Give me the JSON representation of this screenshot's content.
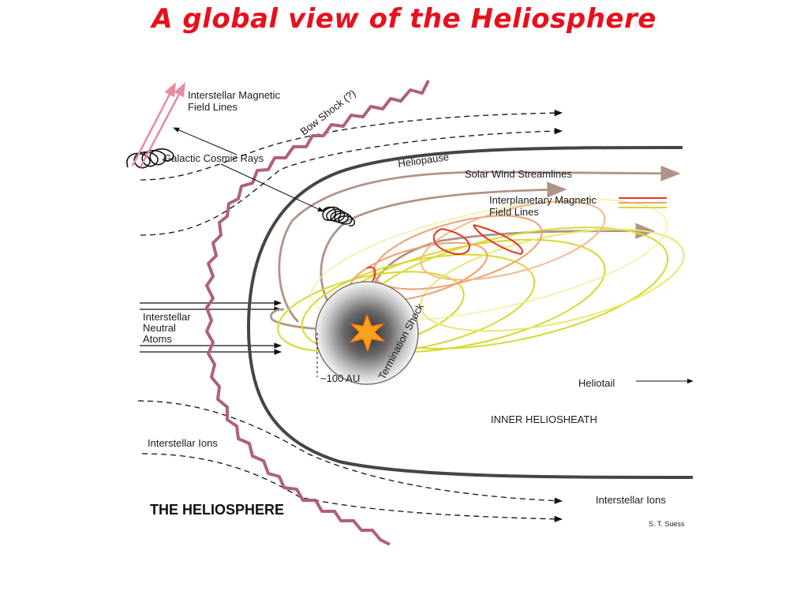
{
  "slide": {
    "title": "A global view of the Heliosphere"
  },
  "diagram": {
    "heading": "THE HELIOSPHERE",
    "labels": {
      "interstellar_magnetic_field_lines": [
        "Interstellar Magnetic",
        "Field Lines"
      ],
      "galactic_cosmic_rays": "Galactic Cosmic Rays",
      "bow_shock": "Bow Shock (?)",
      "heliopause": "Heliopause",
      "solar_wind_streamlines": "Solar Wind Streamlines",
      "interplanetary_magnetic_field_lines": [
        "Interplanetary Magnetic",
        "Field Lines"
      ],
      "interstellar_neutral_atoms": [
        "Interstellar",
        "Neutral",
        "Atoms"
      ],
      "termination_shock": "Termination Shock",
      "distance": "~100 AU",
      "heliotail": "Heliotail",
      "inner_heliosheath": "INNER HELIOSHEATH",
      "interstellar_ions_left": "Interstellar Ions",
      "interstellar_ions_right": "Interstellar Ions",
      "credit": "S. T. Suess"
    },
    "colors": {
      "title": "#e8101e",
      "bow_shock": "#b0607a",
      "heliopause": "#4a4440",
      "streamlines": "#b09488",
      "imf_red": "#e03a1e",
      "imf_orange": "#f0a070",
      "imf_yellow": "#d8d830"
    }
  }
}
